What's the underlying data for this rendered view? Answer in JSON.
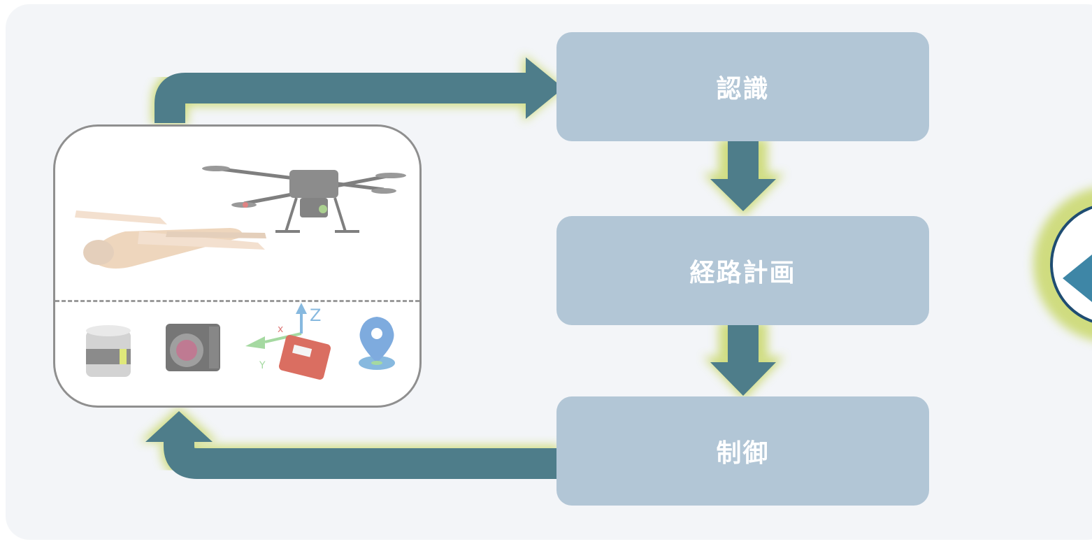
{
  "steps": [
    {
      "label": "認識"
    },
    {
      "label": "経路計画"
    },
    {
      "label": "制御"
    }
  ],
  "colors": {
    "arrow": "#4e7d8a",
    "glow": "#c9d86a",
    "step_fill": "#b2c6d6",
    "panel": "#f3f5f8",
    "ring": "#1f4d72"
  },
  "icons": {
    "vehicles": [
      "fixed-wing-drone-icon",
      "quadcopter-drone-icon"
    ],
    "sensors": [
      "lidar-icon",
      "camera-icon",
      "imu-icon",
      "gps-icon"
    ]
  }
}
